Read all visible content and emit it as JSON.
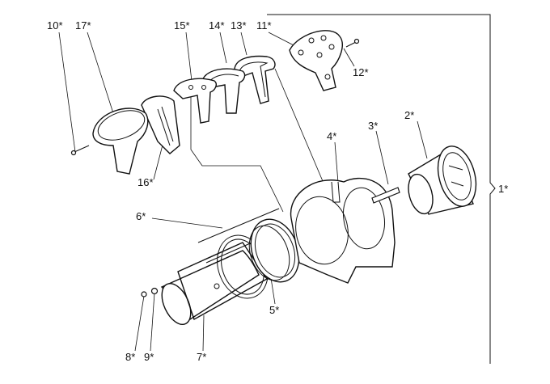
{
  "diagram": {
    "labels": {
      "p1": "1*",
      "p2": "2*",
      "p3": "3*",
      "p4": "4*",
      "p5": "5*",
      "p6": "6*",
      "p7": "7*",
      "p8": "8*",
      "p9": "9*",
      "p10": "10*",
      "p11": "11*",
      "p12": "12*",
      "p13": "13*",
      "p14": "14*",
      "p15": "15*",
      "p16": "16*",
      "p17": "17*"
    }
  }
}
